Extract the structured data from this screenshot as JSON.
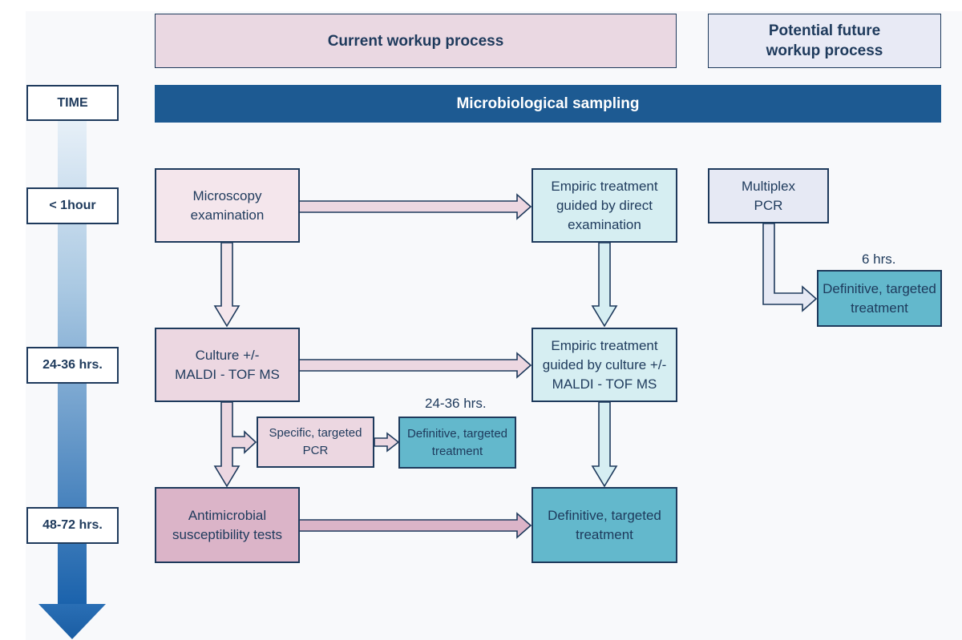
{
  "headers": {
    "current": "Current workup process",
    "future": "Potential future\nworkup process",
    "sampling": "Microbiological sampling"
  },
  "time_axis": {
    "title": "TIME",
    "labels": [
      "< 1hour",
      "24-36 hrs.",
      "48-72 hrs."
    ]
  },
  "current_process": {
    "microscopy": "Microscopy\nexamination",
    "culture": "Culture +/-\nMALDI - TOF MS",
    "specific_pcr": "Specific, targeted\nPCR",
    "ast": "Antimicrobial\nsusceptibility tests",
    "empiric_direct": "Empiric treatment\nguided by direct\nexamination",
    "empiric_culture": "Empiric treatment\nguided by culture +/-\nMALDI - TOF MS",
    "definitive_small": "Definitive, targeted\ntreatment",
    "definitive_small_time": "24-36 hrs.",
    "definitive_main": "Definitive, targeted\ntreatment"
  },
  "future_process": {
    "multiplex": "Multiplex\nPCR",
    "definitive": "Definitive, targeted\ntreatment",
    "time": "6 hrs."
  },
  "colors": {
    "navy": "#1e3a5c",
    "sampling_bar": "#1d5a92",
    "current_header": "#ead8e2",
    "future_header": "#e8eaf5",
    "pink_light": "#f4e6ec",
    "pink_mid": "#ecd7e1",
    "pink_dark": "#dbb4c8",
    "teal_light": "#d6eef2",
    "teal_dark": "#63b8cc",
    "lavender": "#e6e9f4"
  }
}
